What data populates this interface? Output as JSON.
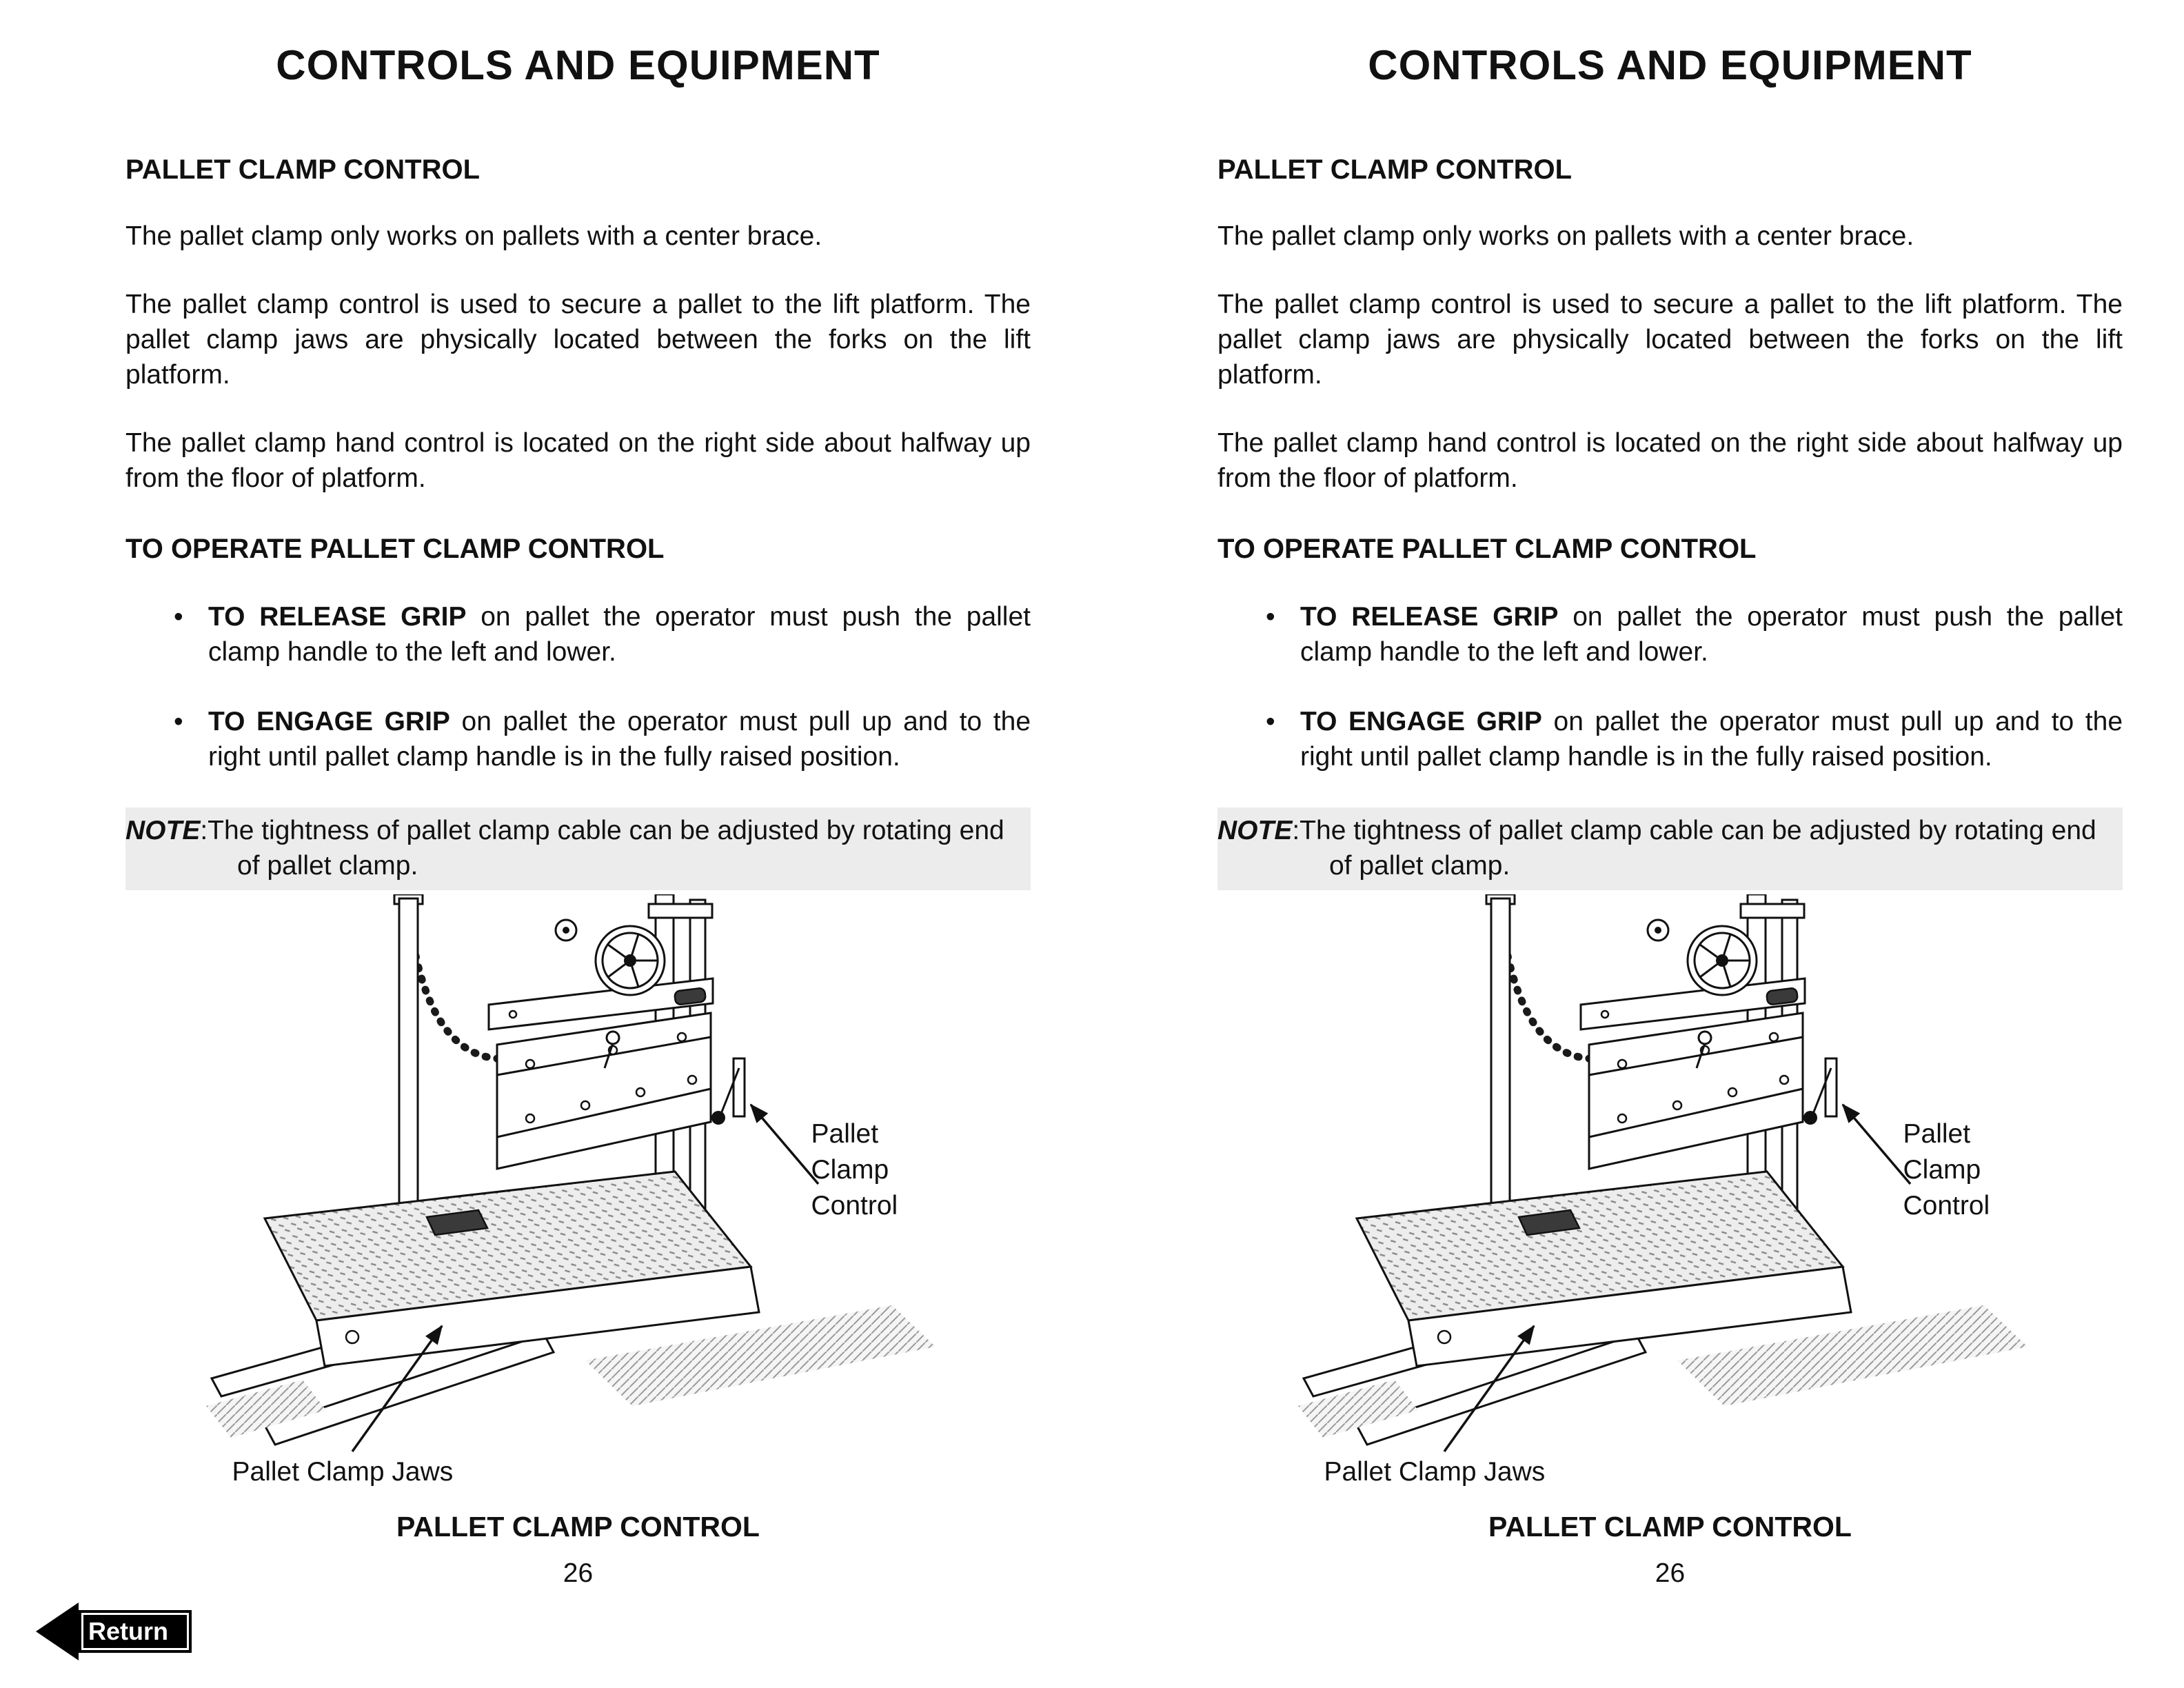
{
  "manual_page": {
    "title": "CONTROLS AND EQUIPMENT",
    "section": {
      "heading": "PALLET CLAMP CONTROL",
      "paragraphs": {
        "p1": "The pallet clamp only works on pallets with a center brace.",
        "p2": "The pallet clamp control is used to secure a pallet to the lift platform. The pallet clamp jaws are physically located between the forks on the lift platform.",
        "p3": "The pallet clamp hand control is located on the right side about halfway up from the floor of platform."
      }
    },
    "operate": {
      "heading": "TO OPERATE PALLET CLAMP CONTROL",
      "bullet_char": "•",
      "bullets": {
        "release": {
          "bold": "TO RELEASE GRIP",
          "text": " on pallet the operator must push the pallet clamp handle to the left and lower."
        },
        "engage": {
          "bold": "TO ENGAGE GRIP",
          "text": " on pallet the operator must pull up and to the right until pallet clamp handle is in the fully raised position."
        }
      }
    },
    "note": {
      "label": "NOTE",
      "text": ":The tightness of pallet clamp cable can be adjusted by rotating end of pallet clamp."
    },
    "figure": {
      "label_control": "Pallet Clamp Control",
      "label_jaws": "Pallet Clamp Jaws",
      "caption": "PALLET CLAMP CONTROL"
    },
    "page_number": "26"
  },
  "return_button": {
    "label": "Return"
  }
}
